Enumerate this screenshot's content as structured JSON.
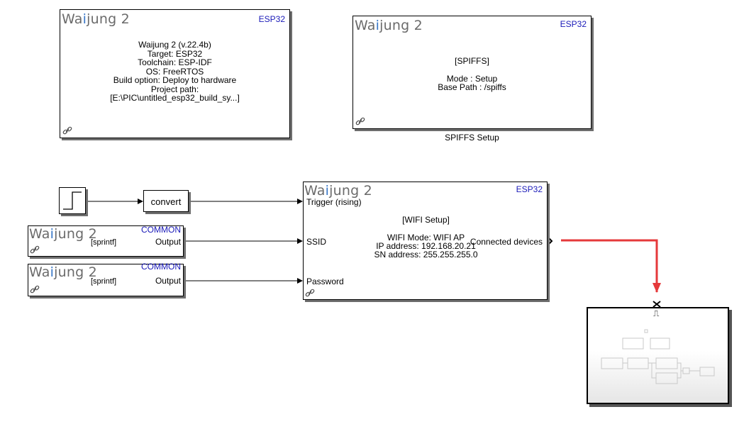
{
  "logo": {
    "prefix": "Wa",
    "i": "i",
    "suffix": "jung 2"
  },
  "target_block": {
    "tag": "ESP32",
    "lines": [
      "Waijung 2 (v.22.4b)",
      "Target: ESP32",
      "Toolchain: ESP-IDF",
      "OS: FreeRTOS",
      "Build option: Deploy to hardware",
      "Project path:",
      "[E:\\PIC\\untitled_esp32_build_sy...]"
    ]
  },
  "spiffs_block": {
    "tag": "ESP32",
    "title": "[SPIFFS]",
    "mode": "Mode : Setup",
    "base_path": "Base Path : /spiffs",
    "caption": "SPIFFS Setup"
  },
  "convert_block": {
    "label": "convert"
  },
  "sprintf_ssid": {
    "tag": "COMMON",
    "name": "[sprintf]",
    "port": "Output"
  },
  "sprintf_password": {
    "tag": "COMMON",
    "name": "[sprintf]",
    "port": "Output"
  },
  "wifi_block": {
    "tag": "ESP32",
    "title": "[WIFI Setup]",
    "inputs": [
      "Trigger (rising)",
      "SSID",
      "Password"
    ],
    "output": "Connected devices",
    "mode": "WIFI Mode: WIFI AP",
    "ip": "IP address: 192.168.20.21",
    "sn": "SN address: 255.255.255.0"
  },
  "subsystem": {
    "trigger_symbol": "⎍"
  },
  "colors": {
    "selected_line": "#e5393b",
    "logo_gray": "#6b6b6b",
    "logo_blue": "#3a78c8",
    "tag_blue": "#1a1ab8"
  },
  "icons": [
    "link-icon",
    "step-icon",
    "trigger-icon",
    "subsystem-preview"
  ]
}
